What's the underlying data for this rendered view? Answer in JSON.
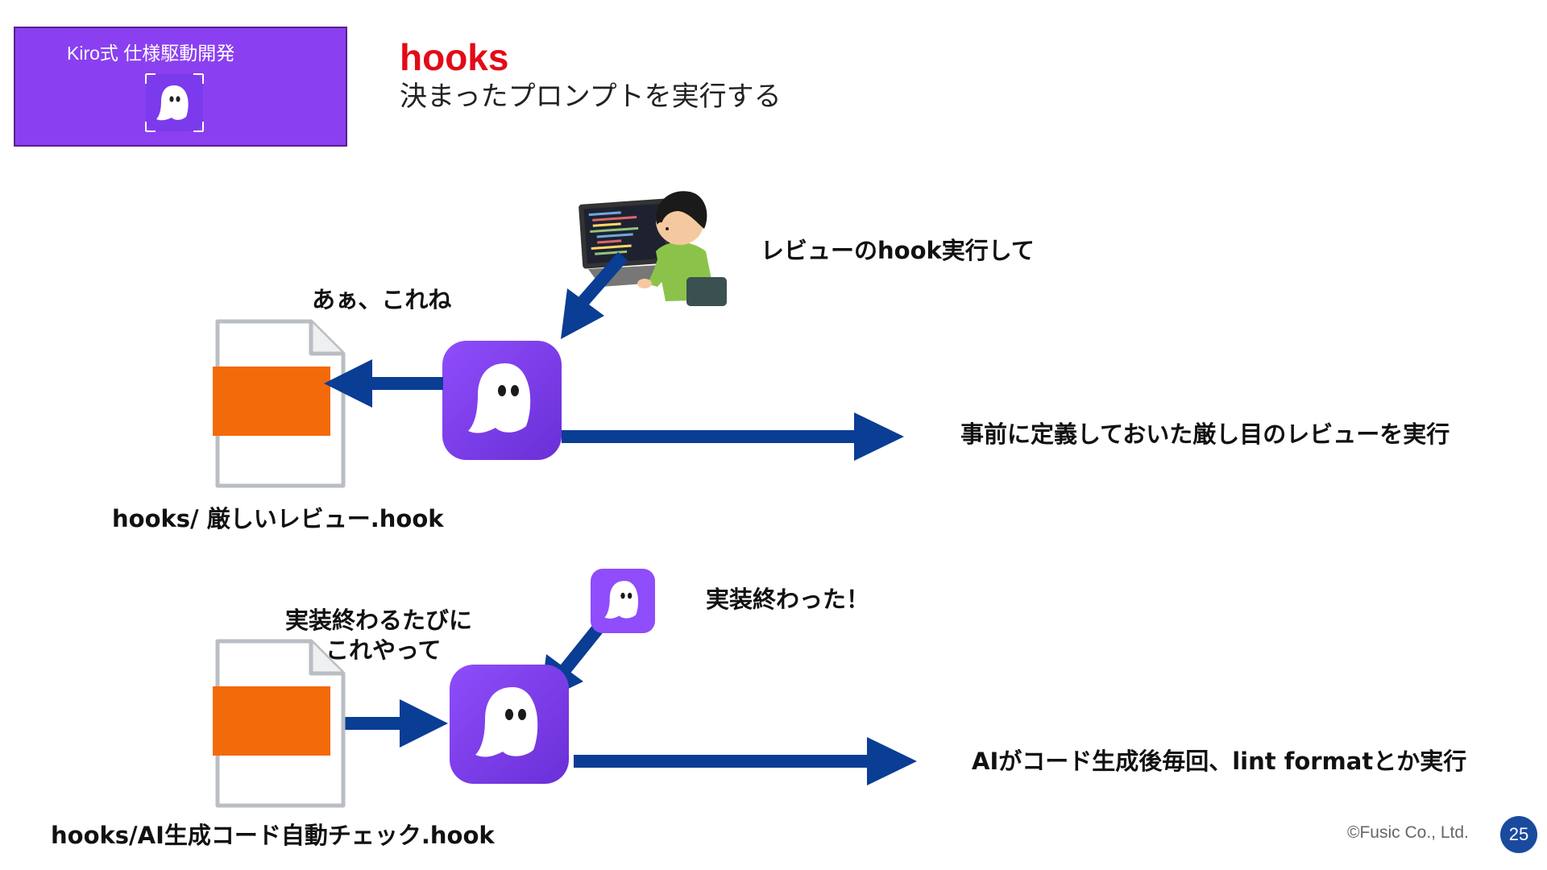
{
  "badge": {
    "text": "Kiro式 仕様駆動開発"
  },
  "header": {
    "title": "hooks",
    "subtitle": "決まったプロンプトを実行する"
  },
  "scenario1": {
    "speech": "レビューのhook実行して",
    "reaction": "あぁ、これね",
    "result": "事前に定義しておいた厳し目のレビューを実行",
    "file_label": "hooks/ 厳しいレビュー.hook"
  },
  "scenario2": {
    "speech": "実装終わった！",
    "request_line1": "実装終わるたびに",
    "request_line2": "これやって",
    "result": "AIがコード生成後毎回、lint formatとか実行",
    "file_label": "hooks/AI生成コード自動チェック.hook"
  },
  "footer": {
    "copyright": "©Fusic Co., Ltd.",
    "page_number": "25"
  },
  "colors": {
    "accent_purple": "#8a40f0",
    "title_red": "#e30b17",
    "arrow_blue": "#0a3d94",
    "file_orange": "#f26a0a",
    "page_badge": "#1a4a9e"
  },
  "icons": [
    "kiro-ghost-icon",
    "document-icon",
    "developer-laptop-illustration"
  ]
}
